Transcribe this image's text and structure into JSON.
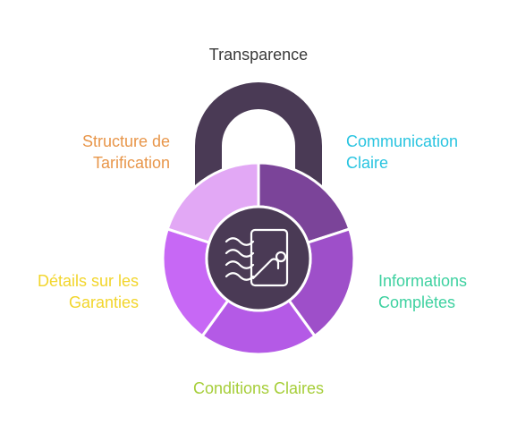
{
  "title": "Transparence",
  "labels": {
    "structure": {
      "line1": "Structure de",
      "line2": "Tarification",
      "color": "#E8964A"
    },
    "communication": {
      "line1": "Communication",
      "line2": "Claire",
      "color": "#29C4E0"
    },
    "details": {
      "line1": "Détails sur les",
      "line2": "Garanties",
      "color": "#F2D52B"
    },
    "informations": {
      "line1": "Informations",
      "line2": "Complètes",
      "color": "#3ED1A0"
    },
    "conditions": {
      "line1": "Conditions Claires",
      "color": "#A6CE39"
    }
  },
  "colors": {
    "shackle": "#4A3A55",
    "hub": "#4A3A55",
    "segment_top_left": "#E2A8F5",
    "segment_top_right": "#7B4499",
    "segment_right": "#9E4FC9",
    "segment_bottom": "#B45AE6",
    "segment_left": "#C768F5",
    "icon_stroke": "#FFFFFF"
  },
  "center_icon": "document-with-waves-icon"
}
